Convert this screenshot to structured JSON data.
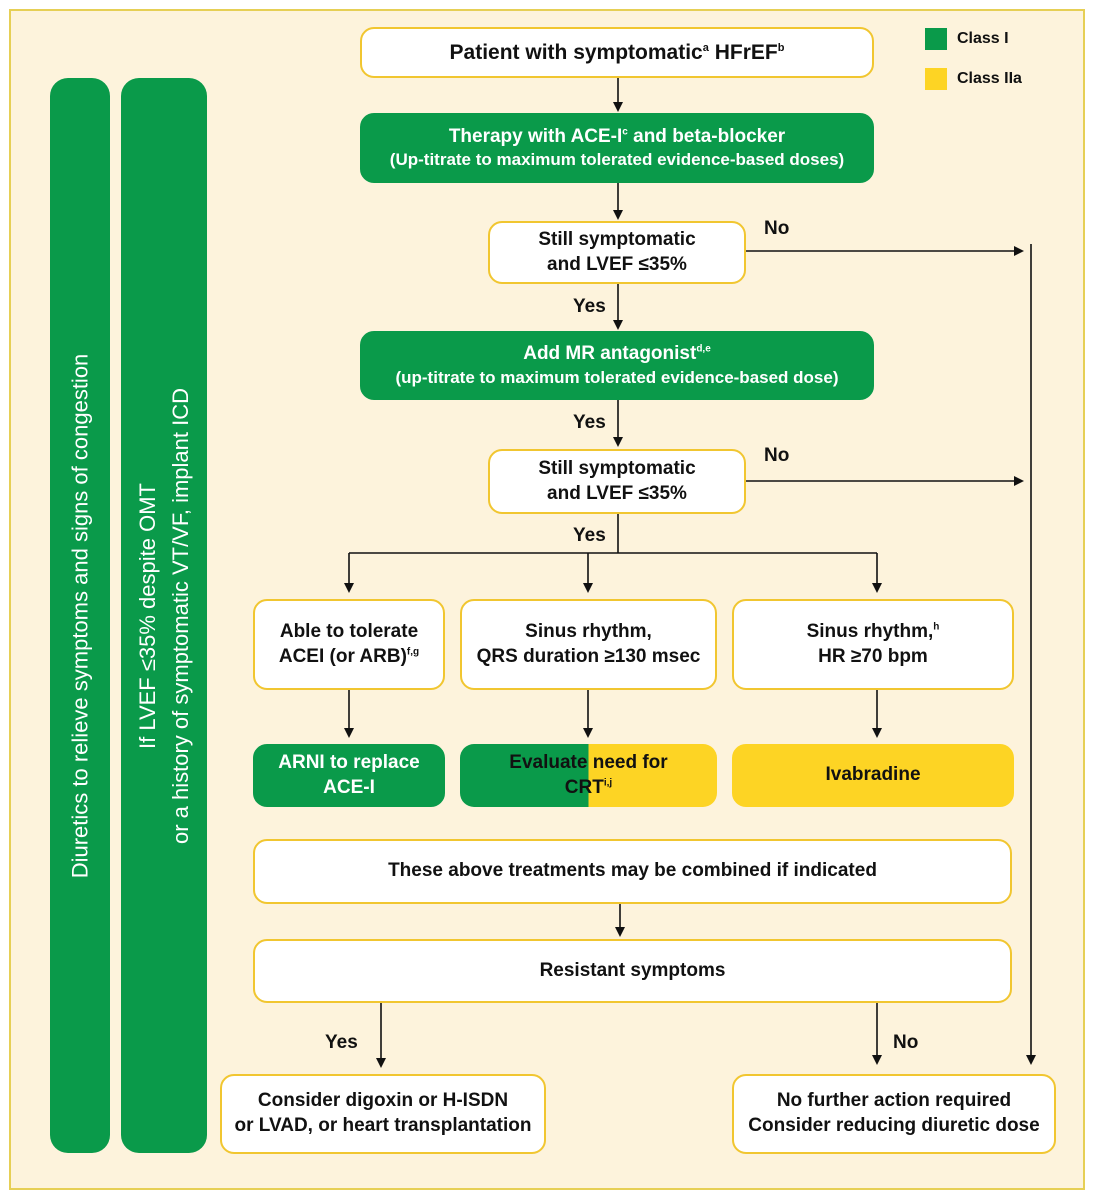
{
  "legend": [
    {
      "label": "Class I",
      "color": "#0a9a4a"
    },
    {
      "label": "Class IIa",
      "color": "#fdd424"
    }
  ],
  "side_bars": {
    "left": "Diuretics to relieve symptoms and signs of congestion",
    "right_line1": "If LVEF ≤35% despite OMT",
    "right_line2": "or a history of symptomatic VT/VF, implant ICD"
  },
  "nodes": {
    "start": {
      "text": "Patient with symptomatic",
      "sup1": "a",
      "text2": " HFrEF",
      "sup2": "b"
    },
    "therapy": {
      "line1": "Therapy with ACE-I",
      "sup": "c",
      "line1b": " and beta-blocker",
      "line2": "(Up-titrate to maximum tolerated evidence-based doses)"
    },
    "check1": {
      "line1": "Still symptomatic",
      "line2": "and LVEF ≤35%"
    },
    "mra": {
      "line1": "Add MR antagonist",
      "sup": "d,e",
      "line2": "(up-titrate to maximum tolerated evidence-based dose)"
    },
    "check2": {
      "line1": "Still symptomatic",
      "line2": "and LVEF ≤35%"
    },
    "tolerate": {
      "line1": "Able to tolerate",
      "line2": "ACEI (or ARB)",
      "sup": "f,g"
    },
    "sinus_qrs": {
      "line1": "Sinus rhythm,",
      "line2": "QRS duration ≥130 msec"
    },
    "sinus_hr": {
      "line1": "Sinus rhythm,",
      "sup": "h",
      "line2": "HR ≥70 bpm"
    },
    "arni": {
      "line1": "ARNI to replace",
      "line2": "ACE-I"
    },
    "crt": {
      "line1": "Evaluate need for",
      "line2": "CRT",
      "sup": "i,j"
    },
    "ivabradine": {
      "text": "Ivabradine"
    },
    "combined": {
      "text": "These above treatments may be combined if indicated"
    },
    "resistant": {
      "text": "Resistant symptoms"
    },
    "digoxin": {
      "line1": "Consider digoxin or H-ISDN",
      "line2": "or LVAD, or heart transplantation"
    },
    "no_action": {
      "line1": "No further action required",
      "line2": "Consider reducing diuretic dose"
    }
  },
  "edge_labels": {
    "no1": "No",
    "yes1": "Yes",
    "yes2": "Yes",
    "no2": "No",
    "yes3": "Yes",
    "yes4": "Yes",
    "no3": "No"
  }
}
